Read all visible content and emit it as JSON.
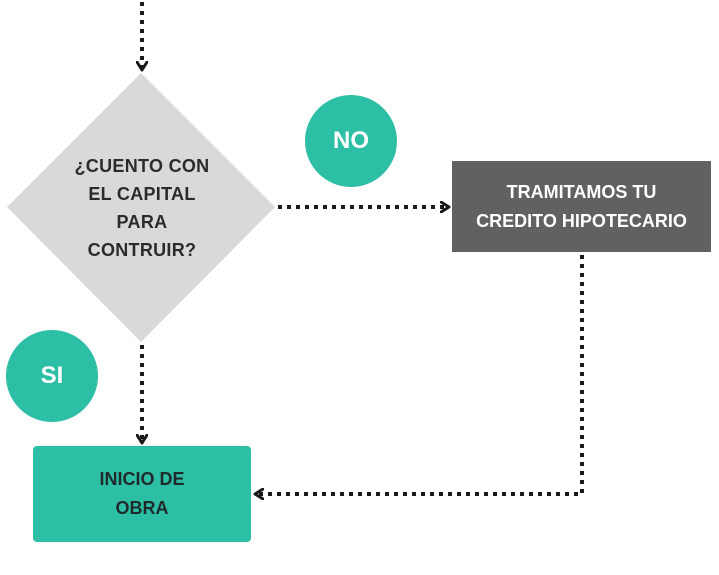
{
  "colors": {
    "teal": "#2dbfa5",
    "gray_box": "#616161",
    "diamond": "#d9d9d9",
    "connector": "#1a1a1a"
  },
  "diagram": {
    "decision": {
      "text": "¿CUENTO CON\nEL CAPITAL\nPARA\nCONTRUIR?"
    },
    "no_label": "NO",
    "si_label": "SI",
    "credit_box": {
      "text": "TRAMITAMOS TU\nCREDITO HIPOTECARIO"
    },
    "obra_box": {
      "text": "INICIO DE\nOBRA"
    }
  }
}
